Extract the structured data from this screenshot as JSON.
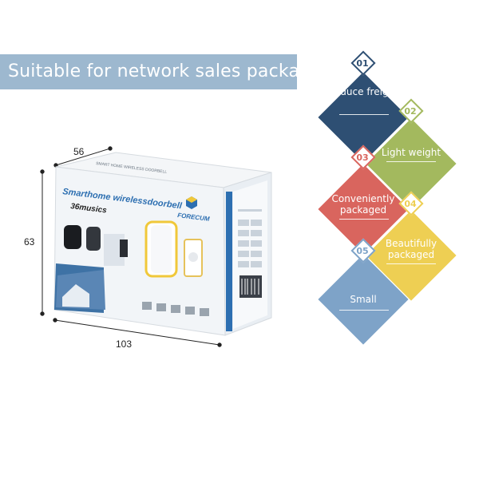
{
  "banner": {
    "text": "Suitable for network sales packaging"
  },
  "dimensions": {
    "depth": "56",
    "height": "63",
    "width": "103"
  },
  "box": {
    "title": "Smarthome wirelessdoorbell",
    "subtitle": "36musics",
    "brand": "FORECUM",
    "top_text": "SMART HOME WIRELESS DOORBELL"
  },
  "features": [
    {
      "num": "01",
      "label": "Reduce freight",
      "color": "#2e4f73"
    },
    {
      "num": "02",
      "label": "Light weight",
      "color": "#a3b95e"
    },
    {
      "num": "03",
      "label": "Conveniently packaged",
      "color": "#d9655e"
    },
    {
      "num": "04",
      "label": "Beautifully packaged",
      "color": "#eecf53"
    },
    {
      "num": "05",
      "label": "Small",
      "color": "#7ea3c8"
    }
  ]
}
